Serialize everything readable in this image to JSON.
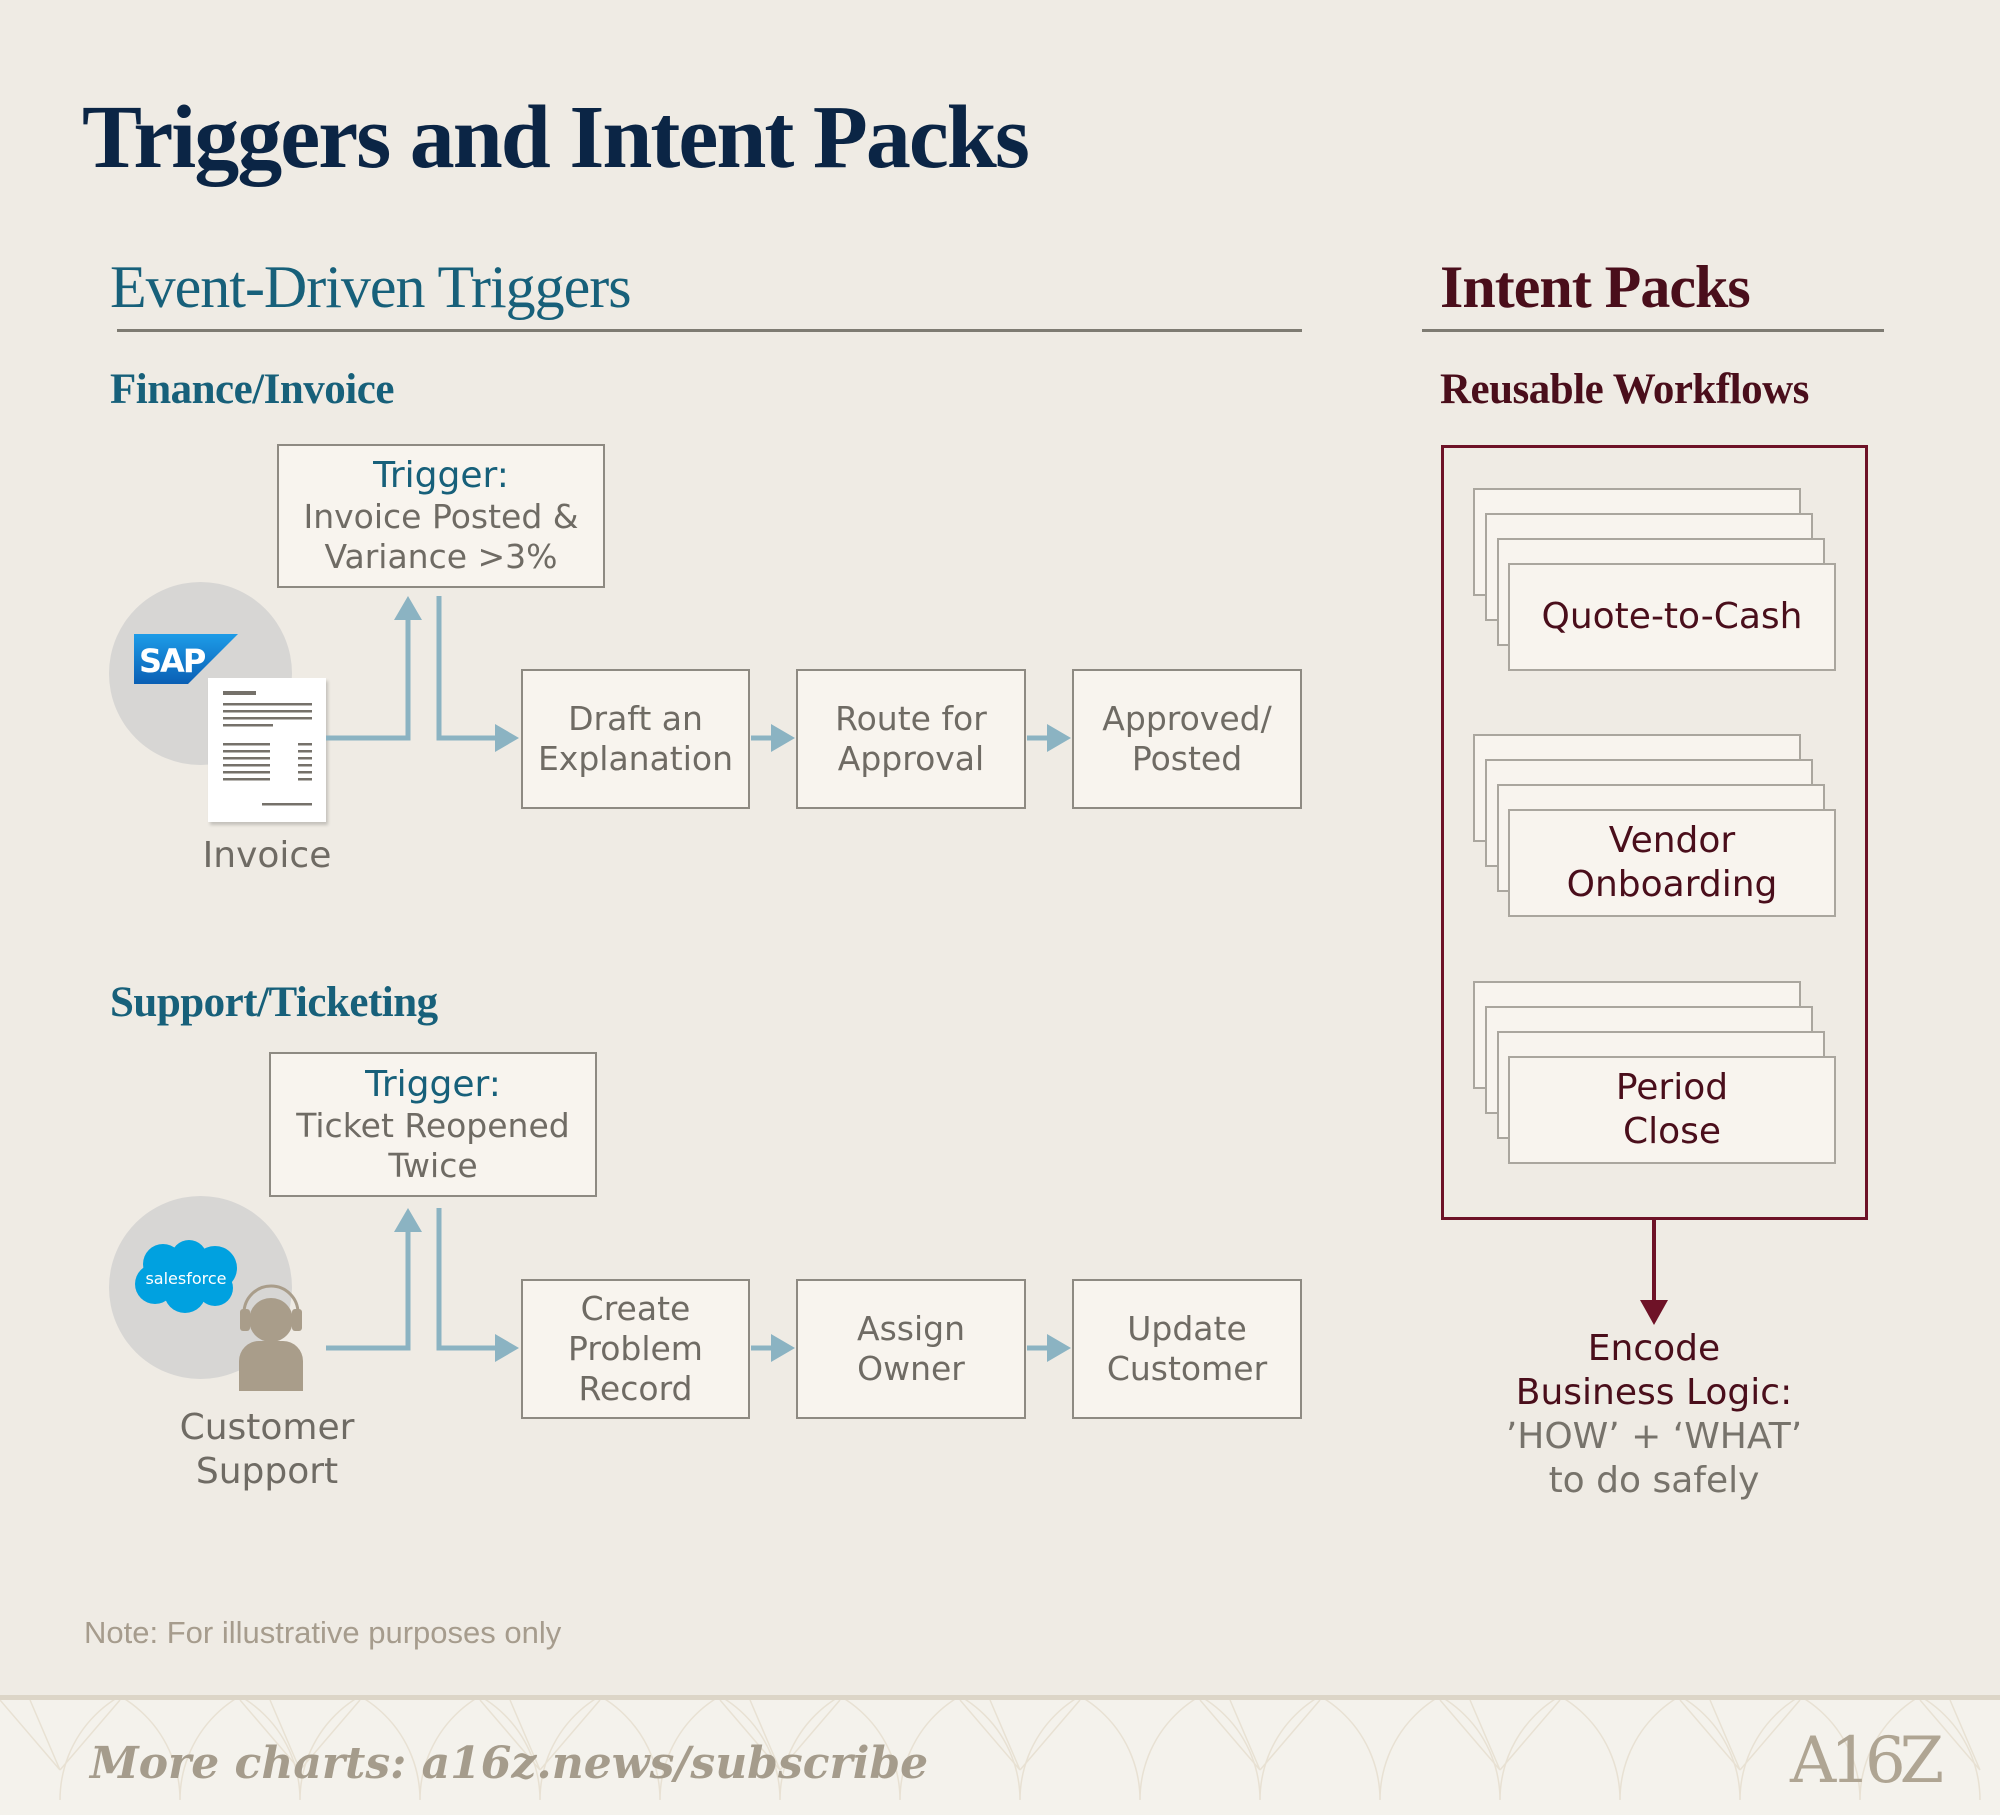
{
  "title": "Triggers and Intent Packs",
  "event_section": {
    "title": "Event-Driven Triggers",
    "groups": [
      {
        "title": "Finance/Invoice",
        "source_logo": "SAP",
        "source_icon": "invoice-document-icon",
        "source_label": "Invoice",
        "trigger_label": "Trigger:",
        "trigger_text_lines": [
          "Invoice Posted &",
          "Variance >3%"
        ],
        "steps": [
          {
            "lines": [
              "Draft an",
              "Explanation"
            ]
          },
          {
            "lines": [
              "Route for",
              "Approval"
            ]
          },
          {
            "lines": [
              "Approved/",
              "Posted"
            ]
          }
        ]
      },
      {
        "title": "Support/Ticketing",
        "source_logo": "salesforce",
        "source_icon": "support-agent-icon",
        "source_label_lines": [
          "Customer",
          "Support"
        ],
        "trigger_label": "Trigger:",
        "trigger_text_lines": [
          "Ticket Reopened",
          "Twice"
        ],
        "steps": [
          {
            "lines": [
              "Create",
              "Problem",
              "Record"
            ]
          },
          {
            "lines": [
              "Assign",
              "Owner"
            ]
          },
          {
            "lines": [
              "Update",
              "Customer"
            ]
          }
        ]
      }
    ]
  },
  "intent_section": {
    "title": "Intent Packs",
    "subtitle": "Reusable Workflows",
    "packs": [
      {
        "lines": [
          "Quote-to-Cash"
        ]
      },
      {
        "lines": [
          "Vendor",
          "Onboarding"
        ]
      },
      {
        "lines": [
          "Period",
          "Close"
        ]
      }
    ],
    "outcome_lines_dark": [
      "Encode",
      "Business Logic:"
    ],
    "outcome_lines_grey": [
      "’HOW’ + ‘WHAT’",
      "to do safely"
    ]
  },
  "note": "Note: For illustrative purposes only",
  "footer": {
    "text": "More charts: a16z.news/subscribe",
    "logo": "A16Z"
  },
  "colors": {
    "background": "#EFEBE4",
    "title_navy": "#0B2545",
    "teal": "#17607A",
    "maroon": "#4A0E1B",
    "maroon_border": "#6E1227",
    "arrow_blue": "#8BB3C2",
    "box_fill": "#F8F4EE",
    "box_border": "#8E8A82",
    "text_grey": "#6F6B64",
    "sap_blue": "#0A6ED1",
    "salesforce_blue": "#00A1E0",
    "person_tan": "#A99D8A"
  }
}
